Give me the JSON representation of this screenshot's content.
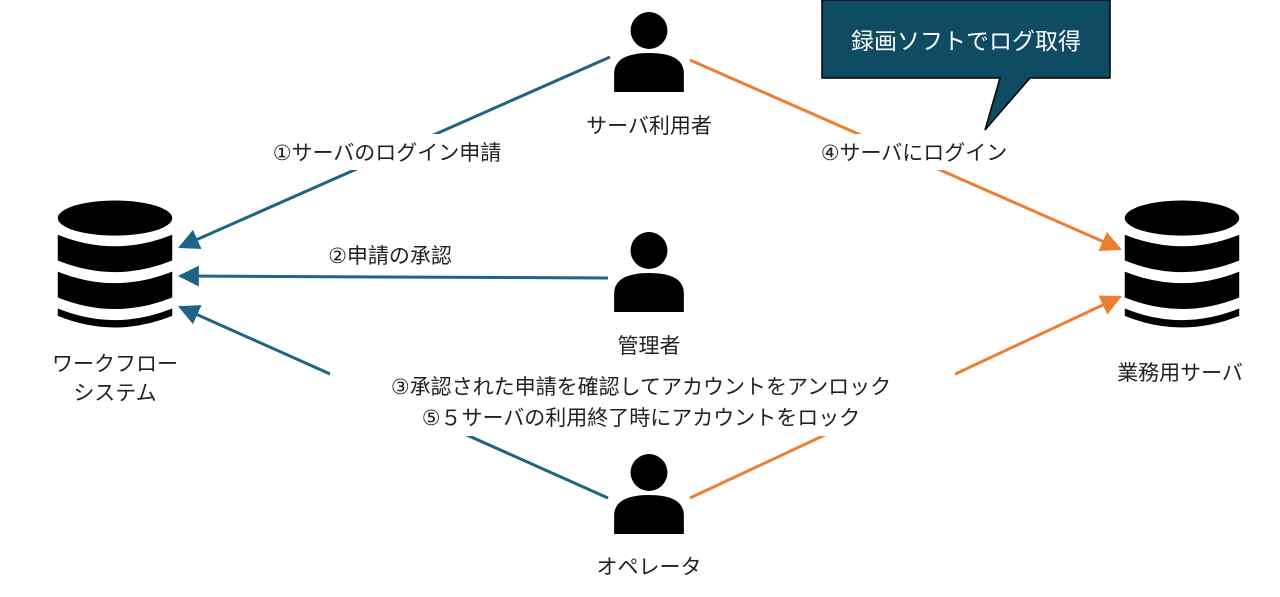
{
  "colors": {
    "blue": "#1F6484",
    "orange": "#ED7D31",
    "icon": "#000000",
    "callout_fill": "#0F4C64",
    "callout_text": "#FFFFFF"
  },
  "nodes": {
    "workflow": {
      "label_line1": "ワークフロー",
      "label_line2": "システム",
      "icon": "database-icon"
    },
    "server_user": {
      "label": "サーバ利用者",
      "icon": "user-icon"
    },
    "admin": {
      "label": "管理者",
      "icon": "user-icon"
    },
    "operator": {
      "label": "オペレータ",
      "icon": "user-icon"
    },
    "biz_server": {
      "label": "業務用サーバ",
      "icon": "database-icon"
    }
  },
  "edges": {
    "step1": "①サーバのログイン申請",
    "step2": "②申請の承認",
    "step3": "③承認された申請を確認してアカウントをアンロック",
    "step4": "④サーバにログイン",
    "step5": "⑤５サーバの利用終了時にアカウントをロック"
  },
  "callout": {
    "text": "録画ソフトでログ取得"
  }
}
